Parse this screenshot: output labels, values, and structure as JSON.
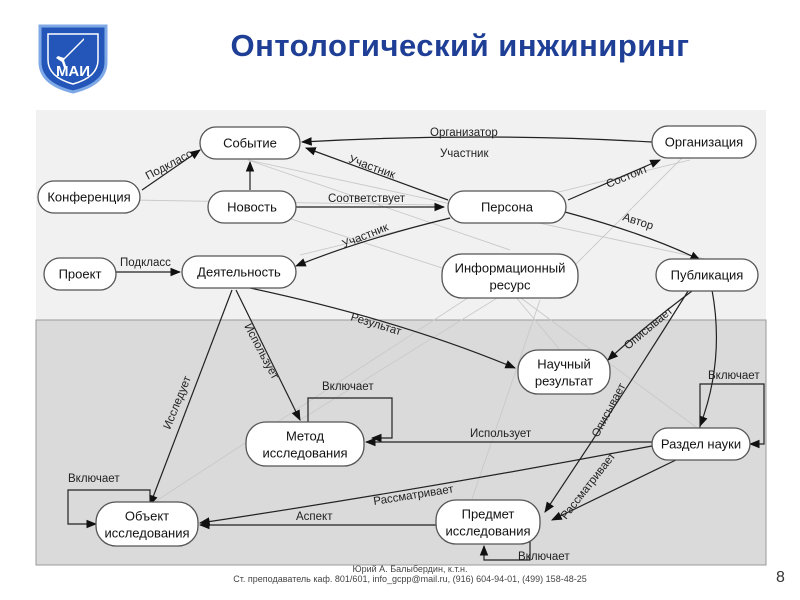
{
  "title": "Онтологический инжиниринг",
  "logo": {
    "text": "МАИ",
    "icon": "mai-shield-logo"
  },
  "colors": {
    "title": "#1f3f96",
    "upper_panel": "#f1f1f1",
    "lower_panel": "#dadada",
    "node_border": "#555555"
  },
  "nodes": {
    "event": "Событие",
    "organization": "Организация",
    "conference": "Конференция",
    "news": "Новость",
    "person": "Персона",
    "project": "Проект",
    "activity": "Деятельность",
    "info_resource": [
      "Информационный",
      "ресурс"
    ],
    "publication": "Публикация",
    "sci_result": [
      "Научный",
      "результат"
    ],
    "method": [
      "Метод",
      "исследования"
    ],
    "science_section": "Раздел науки",
    "object": [
      "Объект",
      "исследования"
    ],
    "subject": [
      "Предмет",
      "исследования"
    ]
  },
  "edge_labels": {
    "organizer": "Организатор",
    "participant_top": "Участник",
    "participant_event": "Участник",
    "subclass_conf": "Подкласс",
    "corresponds": "Соответствует",
    "consists": "Состоит",
    "author": "Автор",
    "participant_activity": "Участник",
    "subclass_project": "Подкласс",
    "result": "Результат",
    "uses_activity": "Использует",
    "investigates": "Исследует",
    "describes_result": "Описывает",
    "describes_subject": "Описывает",
    "includes_method": "Включает",
    "uses_section": "Использует",
    "includes_section": "Включает",
    "includes_object": "Включает",
    "considers": "Рассматривает",
    "considers_section": "Рассматривает",
    "aspect": "Аспект",
    "includes_subject": "Включает"
  },
  "footer": {
    "line1": "Юрий А. Балыбердин, к.т.н.",
    "line2": "Ст. преподаватель каф. 801/601, info_gcpp@mail.ru, (916) 604-94-01, (499) 158-48-25"
  },
  "page_number": "8"
}
